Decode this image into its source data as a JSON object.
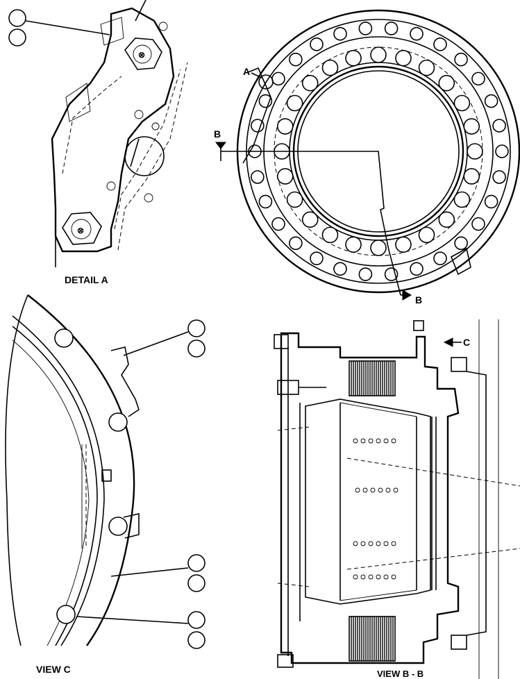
{
  "labels": {
    "detail_a": "DETAIL A",
    "view_c": "VIEW C",
    "view_bb": "VIEW B - B",
    "marker_a": "A",
    "marker_b_left": "B",
    "marker_b_bottom": "B",
    "marker_c": "C"
  },
  "colors": {
    "ink": "#000000",
    "paper": "#ffffff"
  }
}
